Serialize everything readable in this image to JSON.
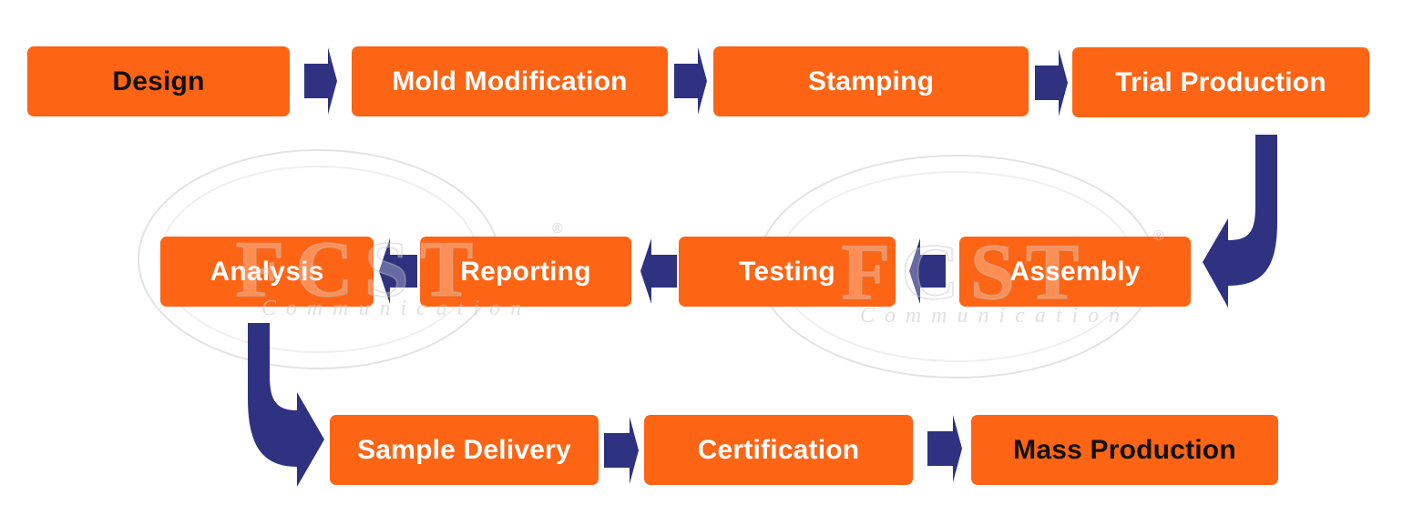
{
  "diagram": {
    "steps": [
      {
        "id": "design",
        "label": "Design",
        "text_color": "#111111"
      },
      {
        "id": "mold-modification",
        "label": "Mold Modification",
        "text_color": "#ffffff"
      },
      {
        "id": "stamping",
        "label": "Stamping",
        "text_color": "#ffffff"
      },
      {
        "id": "trial-production",
        "label": "Trial Production",
        "text_color": "#ffffff"
      },
      {
        "id": "assembly",
        "label": "Assembly",
        "text_color": "#ffffff"
      },
      {
        "id": "testing",
        "label": "Testing",
        "text_color": "#ffffff"
      },
      {
        "id": "reporting",
        "label": "Reporting",
        "text_color": "#ffffff"
      },
      {
        "id": "analysis",
        "label": "Analysis",
        "text_color": "#ffffff"
      },
      {
        "id": "sample-delivery",
        "label": "Sample Delivery",
        "text_color": "#ffffff"
      },
      {
        "id": "certification",
        "label": "Certification",
        "text_color": "#ffffff"
      },
      {
        "id": "mass-production",
        "label": "Mass Production",
        "text_color": "#111111"
      }
    ],
    "flow": [
      [
        "design",
        "mold-modification"
      ],
      [
        "mold-modification",
        "stamping"
      ],
      [
        "stamping",
        "trial-production"
      ],
      [
        "trial-production",
        "assembly"
      ],
      [
        "assembly",
        "testing"
      ],
      [
        "testing",
        "reporting"
      ],
      [
        "reporting",
        "analysis"
      ],
      [
        "analysis",
        "sample-delivery"
      ],
      [
        "sample-delivery",
        "certification"
      ],
      [
        "certification",
        "mass-production"
      ]
    ],
    "colors": {
      "box": "#fd6414",
      "arrow": "#2e3280",
      "watermark": "#d9d9d9"
    }
  },
  "watermark": {
    "brand": "FCST",
    "tagline": "Communication",
    "mark": "®"
  }
}
